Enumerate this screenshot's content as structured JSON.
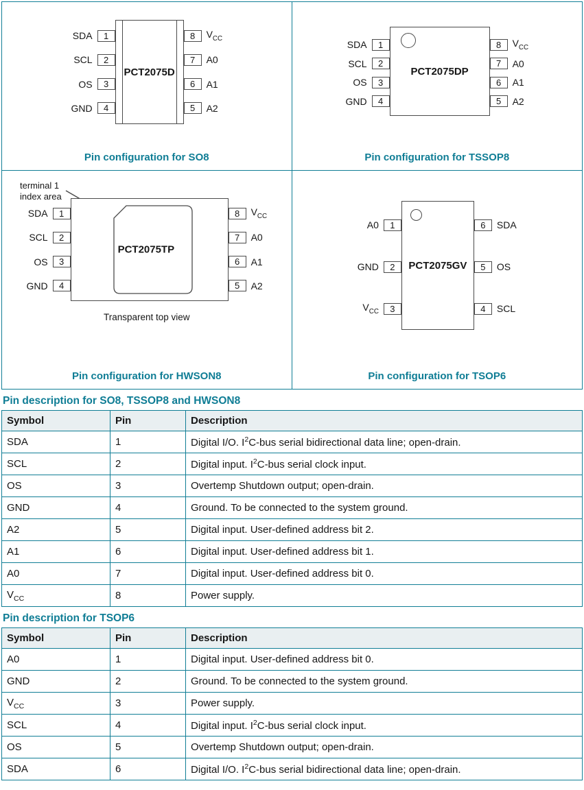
{
  "colors": {
    "accent": "#0f7d95",
    "table_header_bg": "#e9eff1",
    "line": "#4a4a4a"
  },
  "figure": {
    "cells": [
      {
        "chip": "PCT2075D",
        "caption": "Pin configuration for SO8",
        "left": [
          {
            "name": "SDA",
            "num": "1"
          },
          {
            "name": "SCL",
            "num": "2"
          },
          {
            "name": "OS",
            "num": "3"
          },
          {
            "name": "GND",
            "num": "4"
          }
        ],
        "right": [
          {
            "name": "V[sub]CC[/sub]",
            "num": "8"
          },
          {
            "name": "A0",
            "num": "7"
          },
          {
            "name": "A1",
            "num": "6"
          },
          {
            "name": "A2",
            "num": "5"
          }
        ]
      },
      {
        "chip": "PCT2075DP",
        "caption": "Pin configuration for TSSOP8",
        "left": [
          {
            "name": "SDA",
            "num": "1"
          },
          {
            "name": "SCL",
            "num": "2"
          },
          {
            "name": "OS",
            "num": "3"
          },
          {
            "name": "GND",
            "num": "4"
          }
        ],
        "right": [
          {
            "name": "V[sub]CC[/sub]",
            "num": "8"
          },
          {
            "name": "A0",
            "num": "7"
          },
          {
            "name": "A1",
            "num": "6"
          },
          {
            "name": "A2",
            "num": "5"
          }
        ]
      },
      {
        "chip": "PCT2075TP",
        "caption": "Pin configuration for HWSON8",
        "note_line1": "terminal 1",
        "note_line2": "index area",
        "bottom_note": "Transparent top view",
        "left": [
          {
            "name": "SDA",
            "num": "1"
          },
          {
            "name": "SCL",
            "num": "2"
          },
          {
            "name": "OS",
            "num": "3"
          },
          {
            "name": "GND",
            "num": "4"
          }
        ],
        "right": [
          {
            "name": "V[sub]CC[/sub]",
            "num": "8"
          },
          {
            "name": "A0",
            "num": "7"
          },
          {
            "name": "A1",
            "num": "6"
          },
          {
            "name": "A2",
            "num": "5"
          }
        ]
      },
      {
        "chip": "PCT2075GV",
        "caption": "Pin configuration for TSOP6",
        "left": [
          {
            "name": "A0",
            "num": "1"
          },
          {
            "name": "GND",
            "num": "2"
          },
          {
            "name": "V[sub]CC[/sub]",
            "num": "3"
          }
        ],
        "right": [
          {
            "name": "SDA",
            "num": "6"
          },
          {
            "name": "OS",
            "num": "5"
          },
          {
            "name": "SCL",
            "num": "4"
          }
        ]
      }
    ]
  },
  "sections": [
    {
      "heading": "Pin description for SO8, TSSOP8 and HWSON8",
      "columns": [
        "Symbol",
        "Pin",
        "Description"
      ],
      "rows": [
        {
          "sym": "SDA",
          "pin": "1",
          "desc": "Digital I/O. I[sup]2[/sup]C-bus serial bidirectional data line; open-drain."
        },
        {
          "sym": "SCL",
          "pin": "2",
          "desc": "Digital input. I[sup]2[/sup]C-bus serial clock input."
        },
        {
          "sym": "OS",
          "pin": "3",
          "desc": "Overtemp Shutdown output; open-drain."
        },
        {
          "sym": "GND",
          "pin": "4",
          "desc": "Ground. To be connected to the system ground."
        },
        {
          "sym": "A2",
          "pin": "5",
          "desc": "Digital input. User-defined address bit 2."
        },
        {
          "sym": "A1",
          "pin": "6",
          "desc": "Digital input. User-defined address bit 1."
        },
        {
          "sym": "A0",
          "pin": "7",
          "desc": "Digital input. User-defined address bit 0."
        },
        {
          "sym": "V[sub]CC[/sub]",
          "pin": "8",
          "desc": "Power supply."
        }
      ]
    },
    {
      "heading": "Pin description for TSOP6",
      "columns": [
        "Symbol",
        "Pin",
        "Description"
      ],
      "rows": [
        {
          "sym": "A0",
          "pin": "1",
          "desc": "Digital input. User-defined address bit 0."
        },
        {
          "sym": "GND",
          "pin": "2",
          "desc": "Ground. To be connected to the system ground."
        },
        {
          "sym": "V[sub]CC[/sub]",
          "pin": "3",
          "desc": "Power supply."
        },
        {
          "sym": "SCL",
          "pin": "4",
          "desc": "Digital input. I[sup]2[/sup]C-bus serial clock input."
        },
        {
          "sym": "OS",
          "pin": "5",
          "desc": "Overtemp Shutdown output; open-drain."
        },
        {
          "sym": "SDA",
          "pin": "6",
          "desc": "Digital I/O. I[sup]2[/sup]C-bus serial bidirectional data line; open-drain."
        }
      ]
    }
  ]
}
